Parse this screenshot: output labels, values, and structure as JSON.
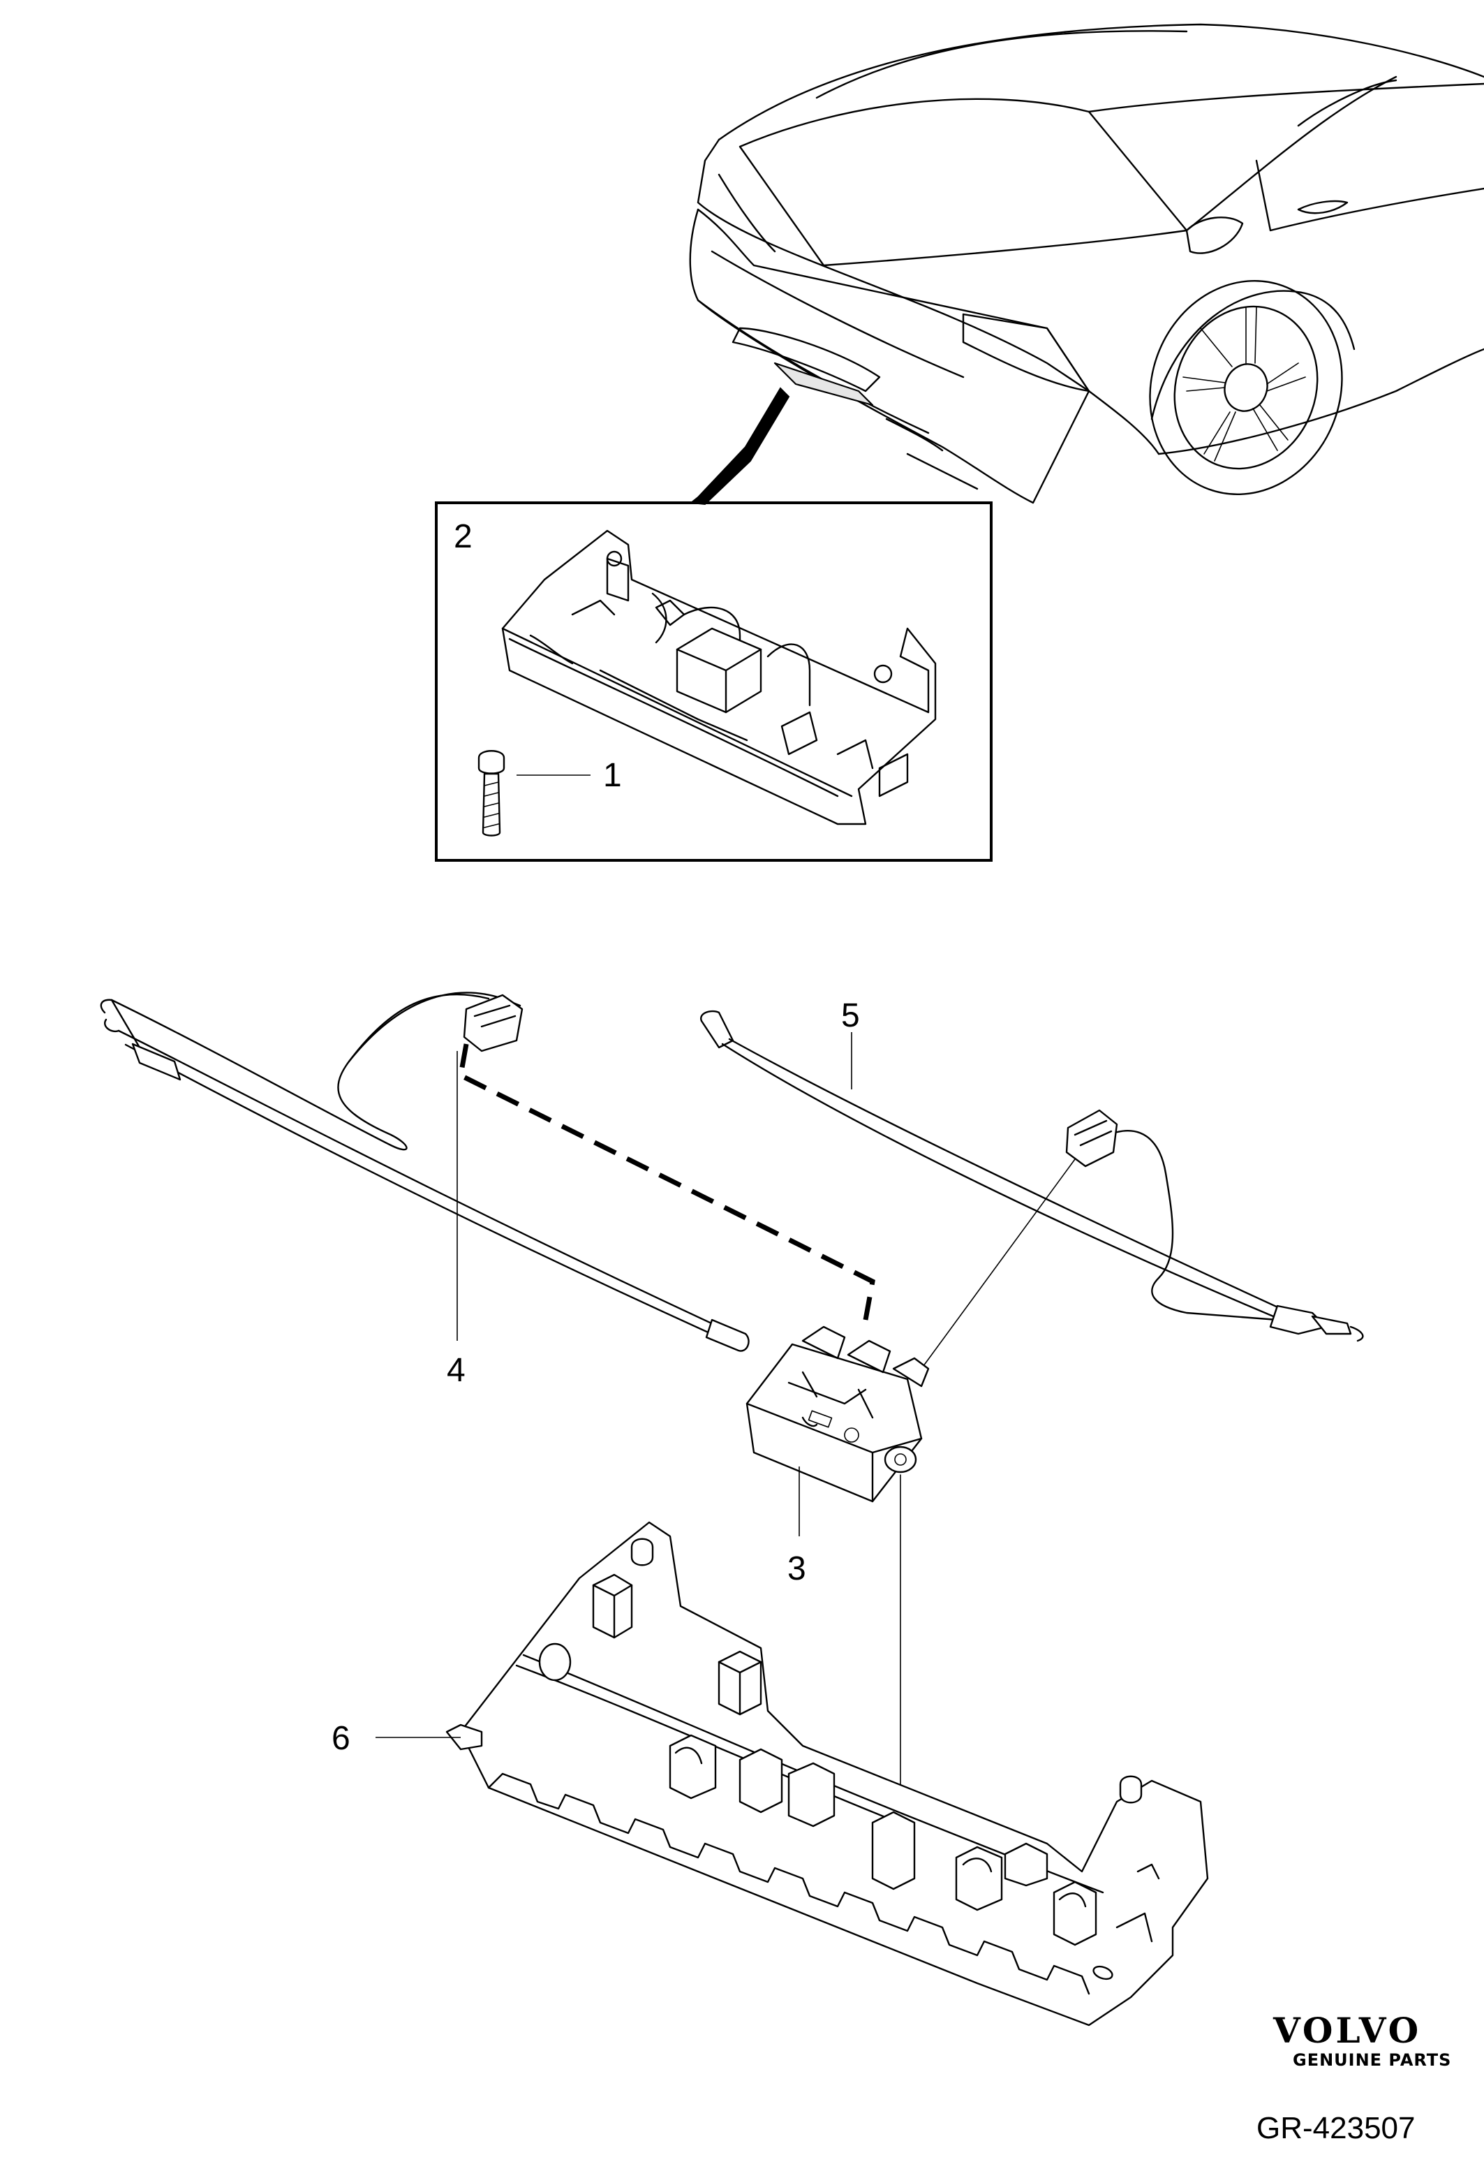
{
  "callouts": {
    "c1": "1",
    "c2": "2",
    "c3": "3",
    "c4": "4",
    "c5": "5",
    "c6": "6"
  },
  "branding": {
    "logo_text": "VOLVO",
    "logo_subtext": "GENUINE PARTS",
    "reference_code": "GR-423507"
  }
}
